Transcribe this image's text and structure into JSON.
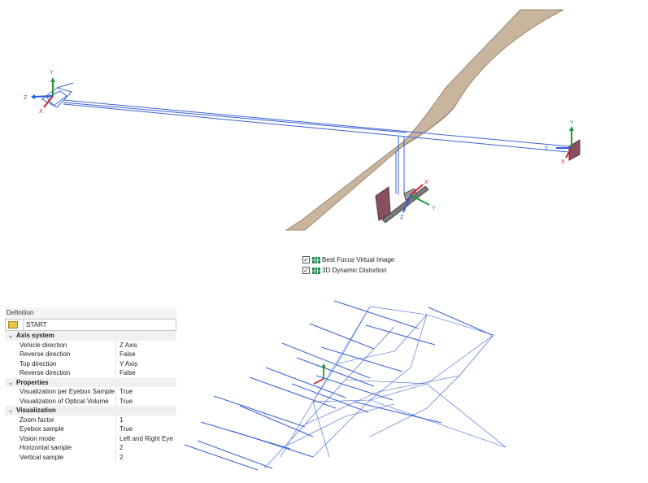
{
  "checks": [
    {
      "label": "Best Focus Virtual Image",
      "checked": true
    },
    {
      "label": "3D Dynamic Distortion",
      "checked": true
    }
  ],
  "definition": {
    "title": "Definition",
    "name": "START",
    "sections": [
      {
        "title": "Axis system",
        "rows": [
          {
            "key": "Vehicle direction",
            "value": "Z Axis"
          },
          {
            "key": "Reverse direction",
            "value": "False"
          },
          {
            "key": "Top direction",
            "value": "Y Axis"
          },
          {
            "key": "Reverse direction",
            "value": "False"
          }
        ]
      },
      {
        "title": "Properties",
        "rows": [
          {
            "key": "Visualization per Eyebox Sample",
            "value": "True"
          },
          {
            "key": "Visualization of Optical Volume",
            "value": "True"
          }
        ]
      },
      {
        "title": "Visualization",
        "rows": [
          {
            "key": "Zoom factor",
            "value": "1"
          },
          {
            "key": "Eyebox sample",
            "value": "True"
          },
          {
            "key": "Vision mode",
            "value": "Left and Right Eye"
          },
          {
            "key": "Horizontal sample",
            "value": "2"
          },
          {
            "key": "Vertical sample",
            "value": "2"
          }
        ]
      }
    ]
  },
  "axes": {
    "left": {
      "x": "X",
      "y": "Y",
      "z": "Z"
    },
    "right": {
      "x": "X",
      "y": "Y",
      "z": "Z"
    },
    "center": {
      "x": "X",
      "y": "Y",
      "z": "Z"
    }
  },
  "colors": {
    "ray": "#3b63d8",
    "windshield": "#c8b49c",
    "axis_x": "#d02020",
    "axis_y": "#1f9a3a",
    "axis_z": "#2a5ad8",
    "mirror": "#8a4f5e"
  }
}
